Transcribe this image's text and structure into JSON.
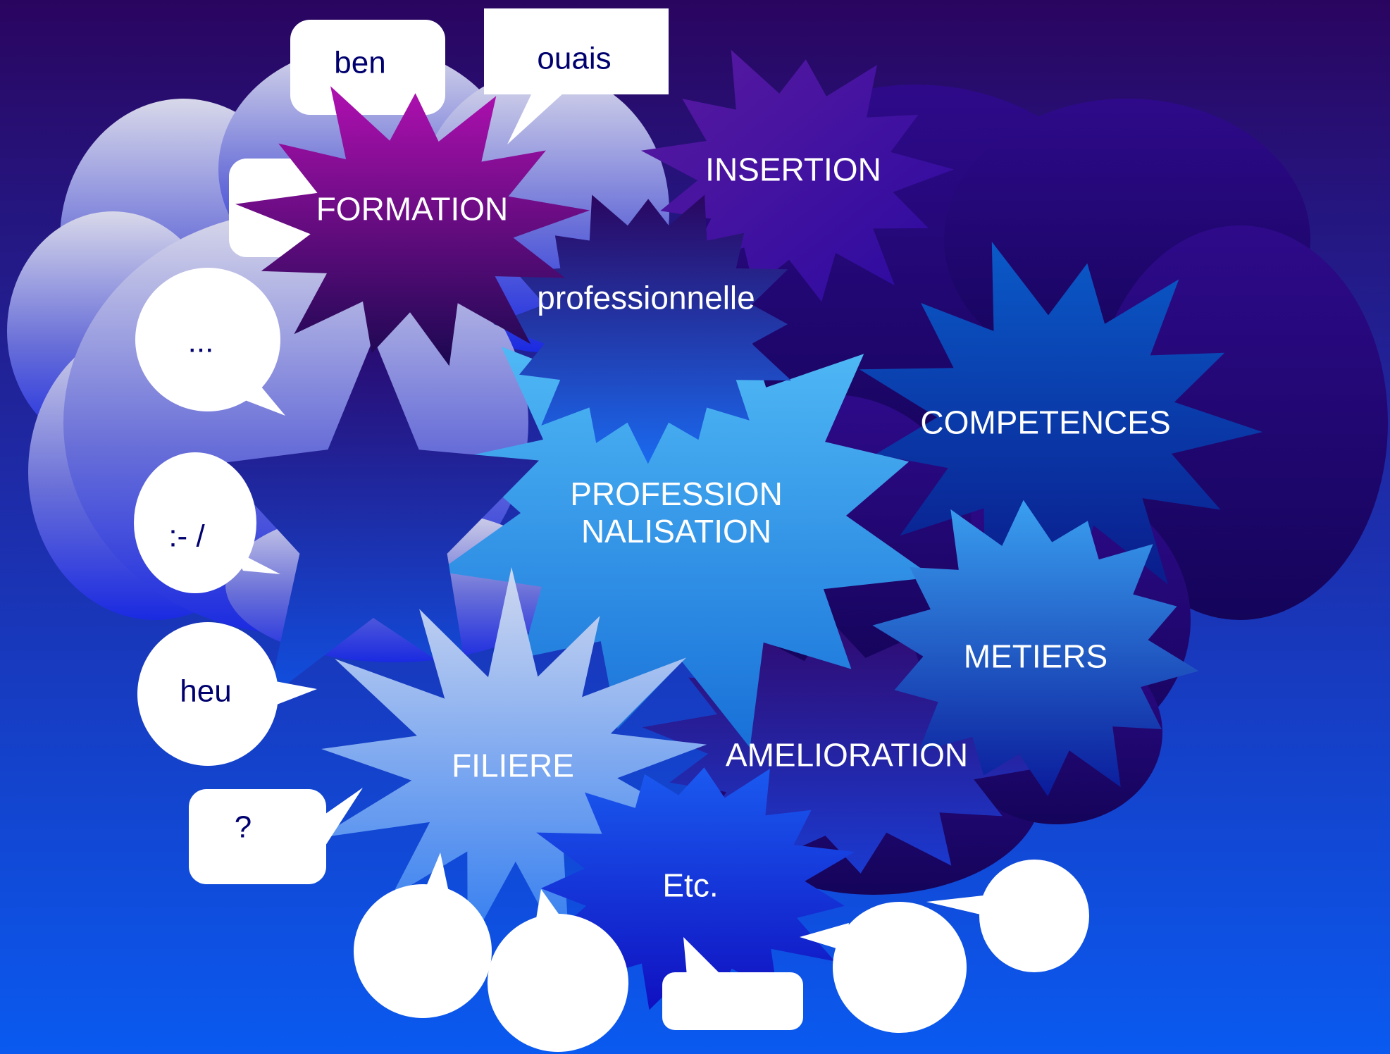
{
  "colors": {
    "background_top": "#2a0560",
    "background_bottom": "#0a5af0",
    "bubble_fill": "#ffffff",
    "bubble_text": "#00006e",
    "burst_text": "#ffffff"
  },
  "bubbles": {
    "ben": "ben",
    "ouais": "ouais",
    "dots": "...",
    "smiley": ":- /",
    "heu": "heu",
    "question": "?"
  },
  "bursts": {
    "formation": "FORMATION",
    "insertion": "INSERTION",
    "professionnelle": "professionnelle",
    "competences": "COMPETENCES",
    "professionnalisation": "PROFESSION\nNALISATION",
    "metiers": "METIERS",
    "filiere": "FILIERE",
    "amelioration": "AMELIORATION",
    "etc": "Etc."
  }
}
